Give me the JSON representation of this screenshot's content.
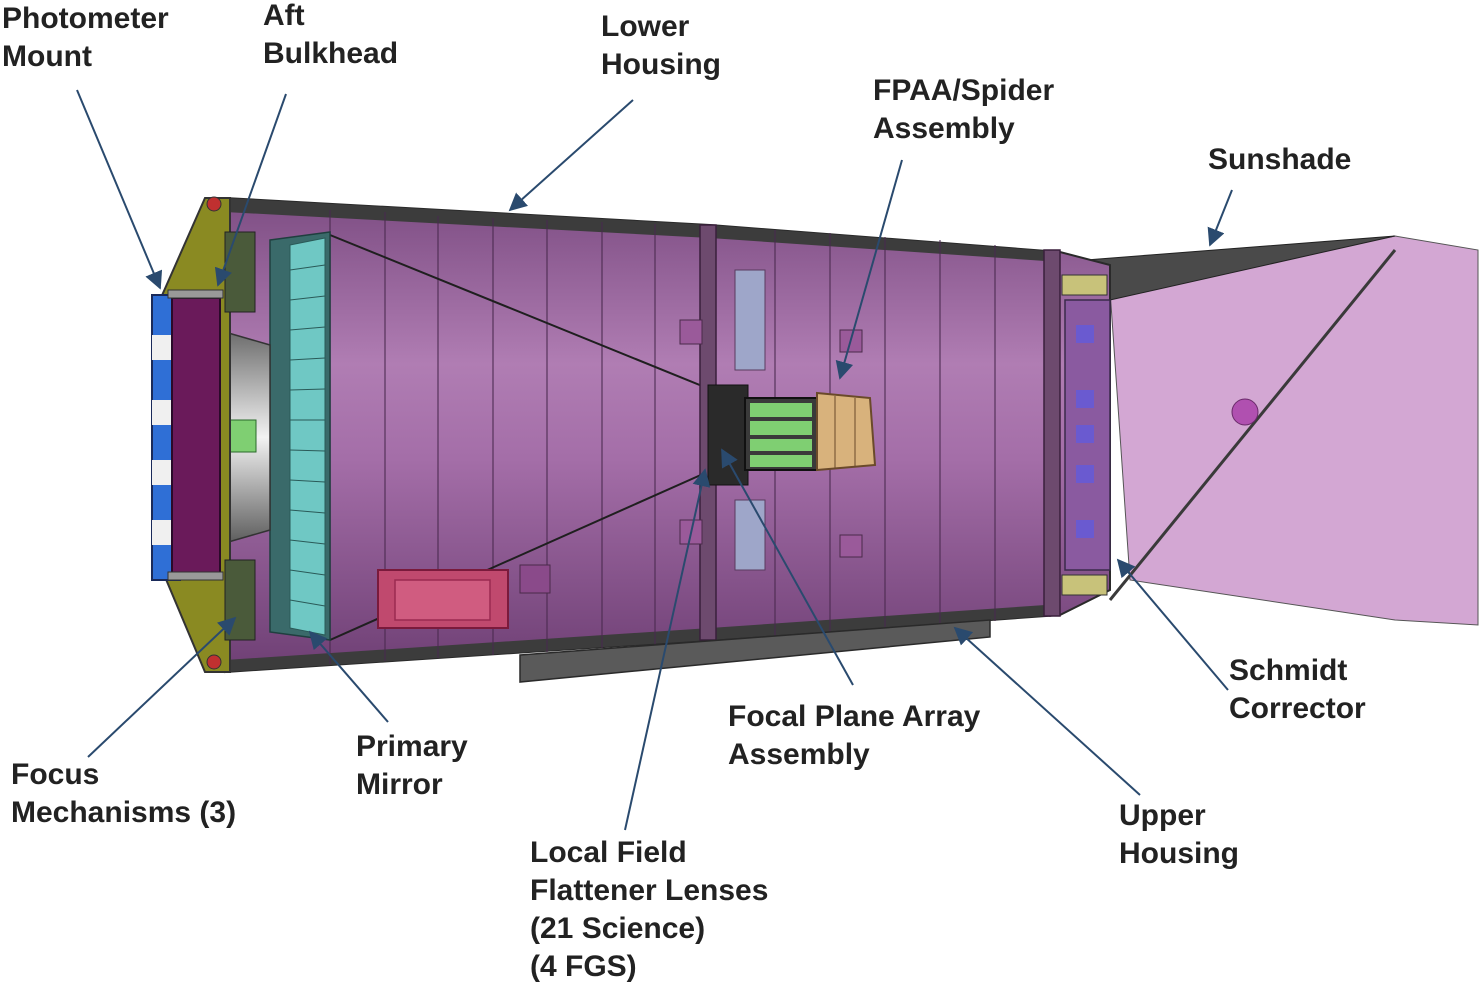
{
  "colors": {
    "label_text": "#222222",
    "leader_line": "#2a4a6e",
    "housing_purple": "#a56aa8",
    "housing_dark": "#3c3c3c",
    "sunshade_light": "#d3a7d3",
    "bulkhead_olive": "#8a8a22",
    "mirror_cyan": "#6fc8c4",
    "photometer_blue": "#2f6fd6",
    "focal_green": "#7fcf72",
    "focal_tan": "#d8b27c"
  },
  "labels": {
    "photometer_mount": [
      "Photometer",
      "Mount"
    ],
    "aft_bulkhead": [
      "Aft",
      "Bulkhead"
    ],
    "lower_housing": [
      "Lower",
      "Housing"
    ],
    "fpaa_spider": [
      "FPAA/Spider",
      "Assembly"
    ],
    "sunshade": [
      "Sunshade"
    ],
    "schmidt_corrector": [
      "Schmidt",
      "Corrector"
    ],
    "focal_plane_array": [
      "Focal Plane Array",
      "Assembly"
    ],
    "upper_housing": [
      "Upper",
      "Housing"
    ],
    "local_field_flattener": [
      "Local Field",
      "Flattener Lenses",
      "(21 Science)",
      "(4 FGS)"
    ],
    "primary_mirror": [
      "Primary",
      "Mirror"
    ],
    "focus_mechanisms": [
      "Focus",
      "Mechanisms (3)"
    ]
  }
}
